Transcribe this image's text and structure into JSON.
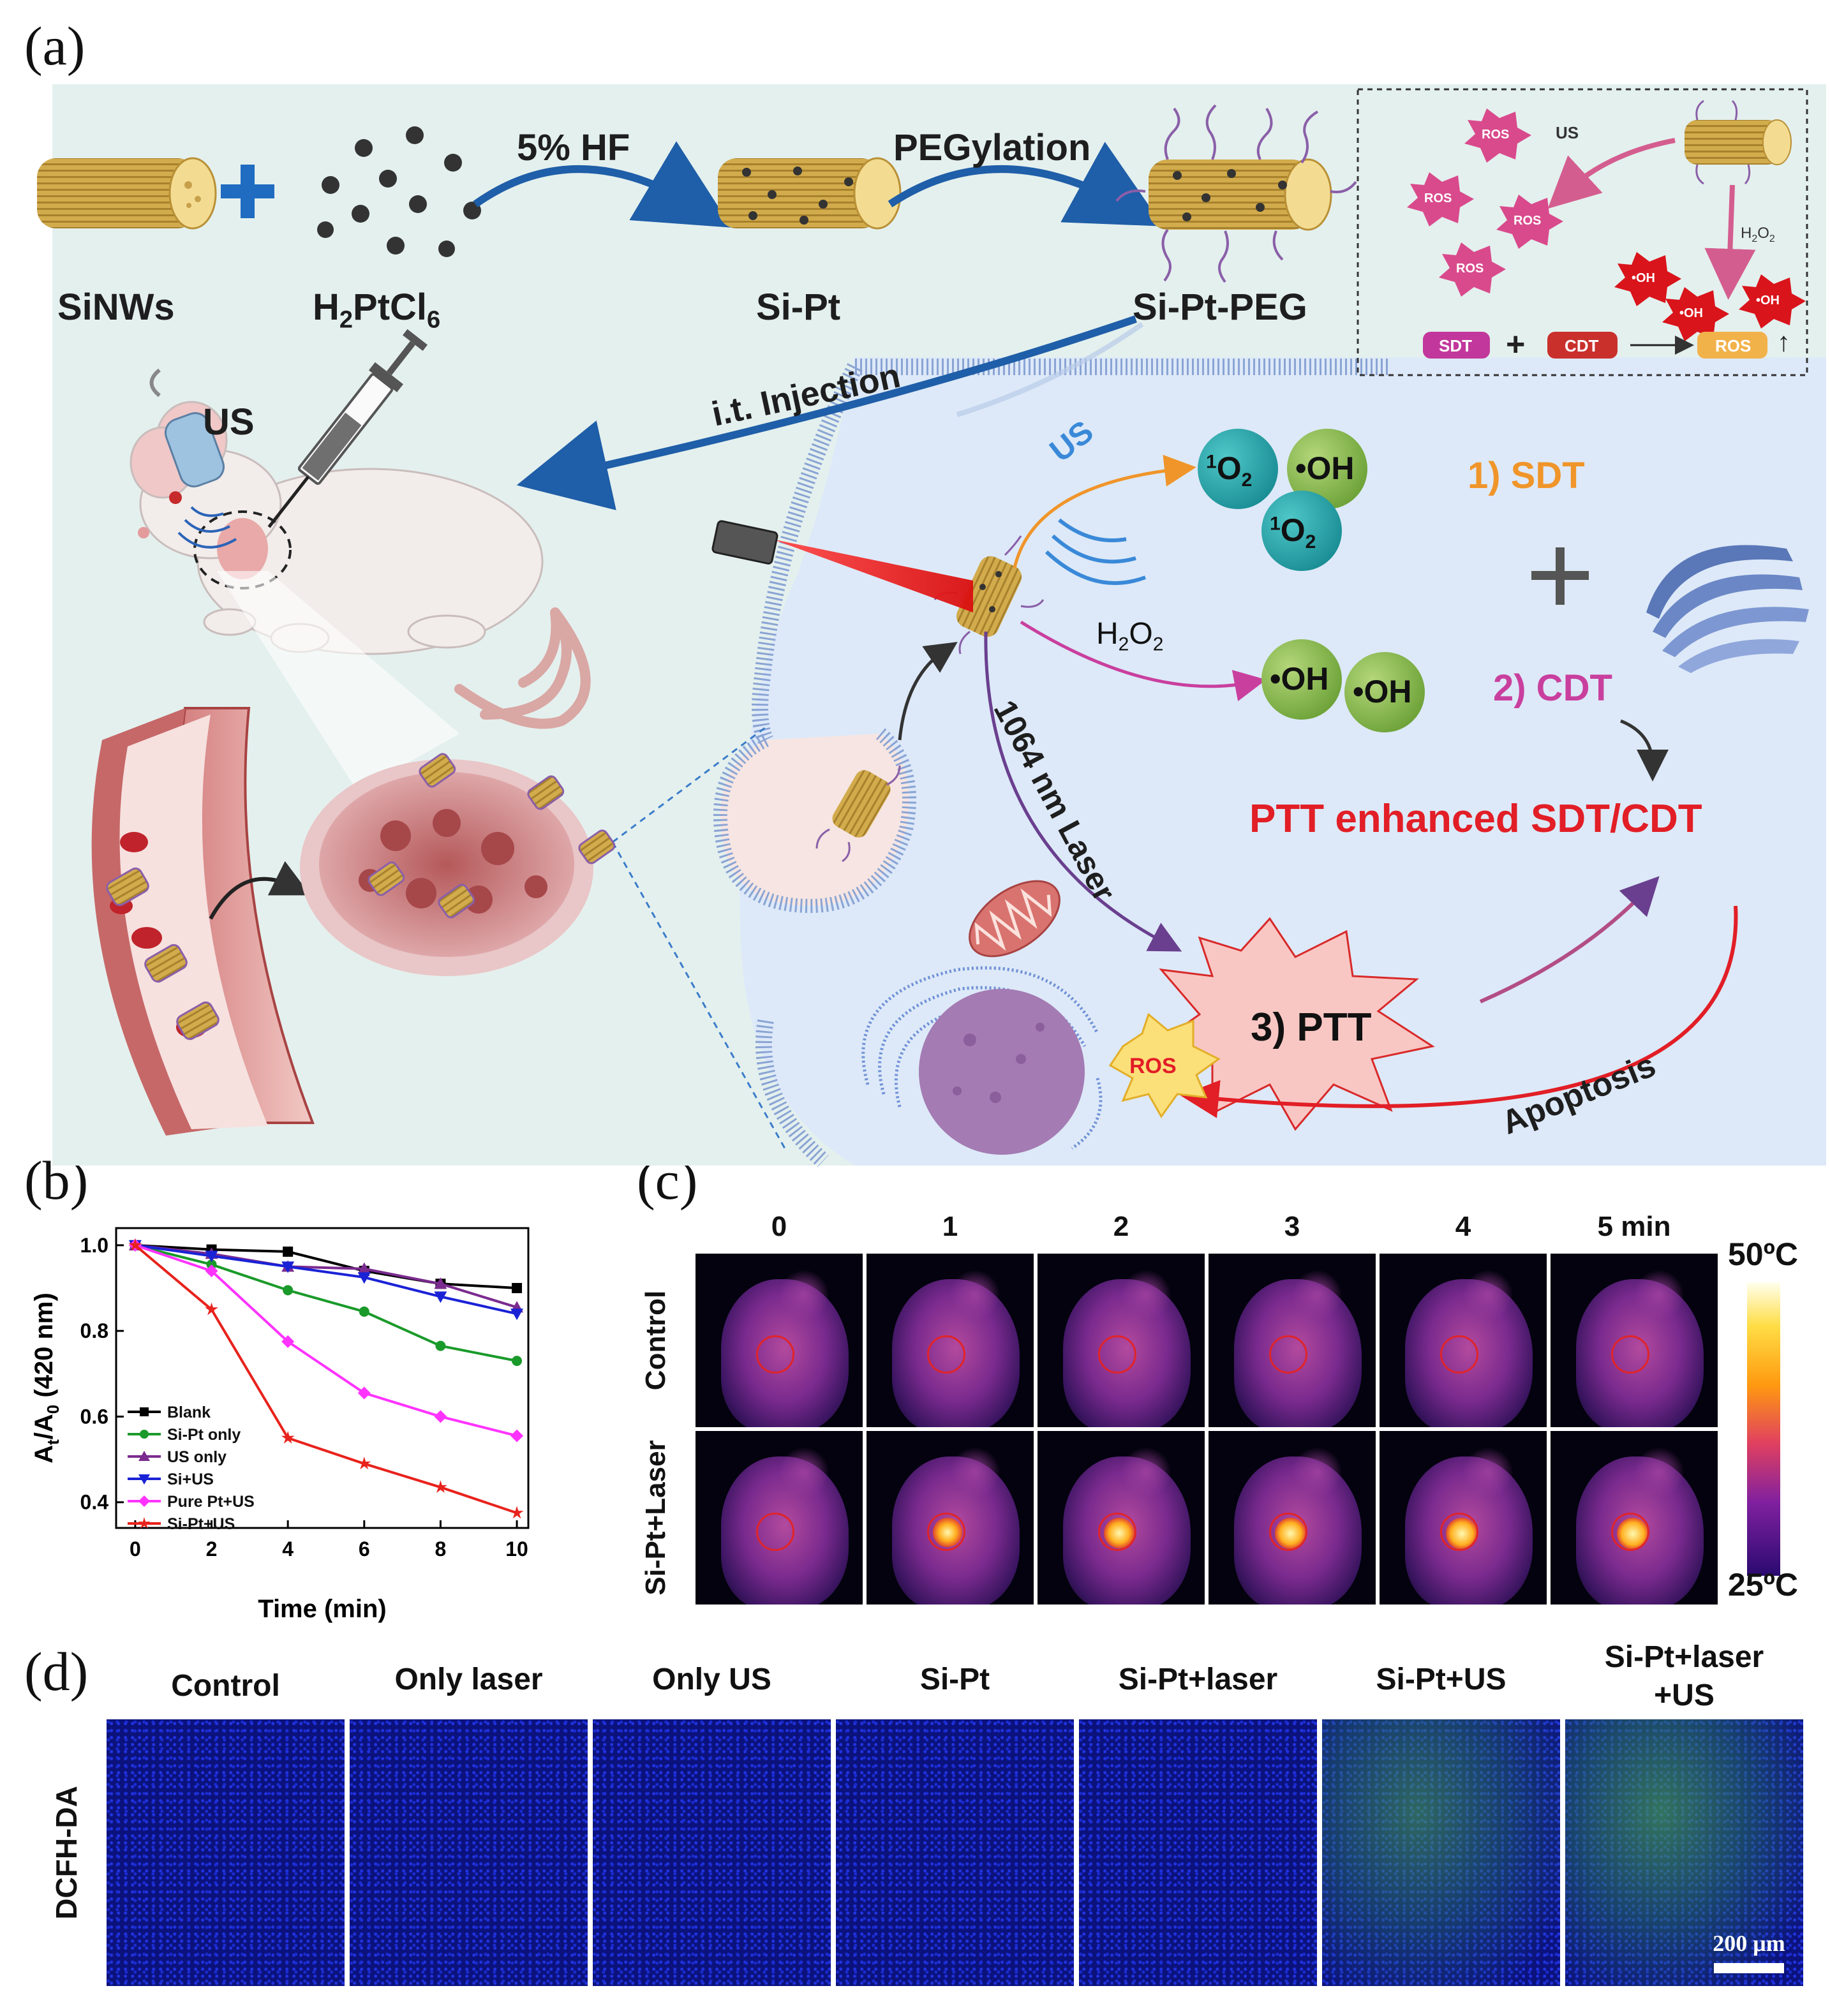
{
  "panel_labels": {
    "a": "(a)",
    "b": "(b)",
    "c": "(c)",
    "d": "(d)"
  },
  "panel_a": {
    "synthesis": {
      "sinws": "SiNWs",
      "h2ptcl6": {
        "base": "H",
        "s1": "2",
        "mid": "PtCl",
        "s2": "6"
      },
      "step1": "5% HF",
      "sipt": "Si-Pt",
      "step2": "PEGylation",
      "siptpeg": "Si-Pt-PEG"
    },
    "inset": {
      "us": "US",
      "ros": "ROS",
      "h2o2": {
        "base": "H",
        "s1": "2",
        "mid": "O",
        "s2": "2"
      },
      "oh": "•OH",
      "sdt": "SDT",
      "plus": "+",
      "cdt": "CDT",
      "result": "ROS",
      "up": "↑"
    },
    "mouse": {
      "us": "US"
    },
    "injection": "i.t. Injection",
    "cell": {
      "us": "US",
      "singlet_oxygen": {
        "sup": "1",
        "base": "O",
        "sub": "2"
      },
      "oh": "•OH",
      "sdt": "1) SDT",
      "plus": "+",
      "h2o2": {
        "base": "H",
        "s1": "2",
        "mid": "O",
        "s2": "2"
      },
      "cdt": "2) CDT",
      "laser": "1064 nm Laser",
      "ptt": "3) PTT",
      "enhanced": "PTT enhanced SDT/CDT",
      "ros": "ROS",
      "apoptosis": "Apoptosis"
    },
    "colors": {
      "background": "#e4f0ee",
      "cell": "#dde9f8",
      "membrane": "#7f98c9",
      "arrow_blue": "#1f5ea8",
      "sdt": "#f0952a",
      "cdt": "#c93f9e",
      "ptt_title": "#e21e26"
    }
  },
  "chart_data": {
    "type": "line",
    "ylabel": {
      "base": "A",
      "s1": "t",
      "mid": "/A",
      "s2": "0",
      "tail": " (420 nm)"
    },
    "xlabel": "Time (min)",
    "x": [
      0,
      2,
      4,
      6,
      8,
      10
    ],
    "xticks": [
      "0",
      "2",
      "4",
      "6",
      "8",
      "10"
    ],
    "yticks": [
      "0.4",
      "0.6",
      "0.8",
      "1.0"
    ],
    "xlim": [
      -0.5,
      10.3
    ],
    "ylim": [
      0.34,
      1.04
    ],
    "grid": false,
    "legend_placement": "bottom-left",
    "series": [
      {
        "name": "Blank",
        "color": "#000000",
        "marker": "square",
        "values": [
          1.0,
          0.99,
          0.985,
          0.94,
          0.91,
          0.9
        ]
      },
      {
        "name": "Si-Pt only",
        "color": "#1a9a2a",
        "marker": "circle",
        "values": [
          1.0,
          0.955,
          0.895,
          0.845,
          0.765,
          0.73
        ]
      },
      {
        "name": "US only",
        "color": "#7b2b8f",
        "marker": "triangle-up",
        "values": [
          1.0,
          0.98,
          0.95,
          0.945,
          0.91,
          0.855
        ]
      },
      {
        "name": "Si+US",
        "color": "#1a22d6",
        "marker": "triangle-down",
        "values": [
          1.0,
          0.975,
          0.95,
          0.925,
          0.88,
          0.84
        ]
      },
      {
        "name": "Pure Pt+US",
        "color": "#ff33ff",
        "marker": "diamond",
        "values": [
          1.0,
          0.94,
          0.775,
          0.655,
          0.6,
          0.555
        ]
      },
      {
        "name": "Si-Pt+US",
        "color": "#e8221c",
        "marker": "star",
        "values": [
          1.0,
          0.85,
          0.55,
          0.49,
          0.435,
          0.375
        ]
      }
    ]
  },
  "panel_c": {
    "time_labels": [
      "0",
      "1",
      "2",
      "3",
      "4",
      "5 min"
    ],
    "row_labels": [
      "Control",
      "Si-Pt+Laser"
    ],
    "colorbar": {
      "max_label": "50ºC",
      "min_label": "25ºC",
      "min": 25,
      "max": 50
    },
    "spot_intensity": [
      [
        0,
        0,
        0,
        0,
        0,
        0
      ],
      [
        0,
        0.55,
        0.8,
        0.9,
        0.95,
        1.0
      ]
    ]
  },
  "panel_d": {
    "row_label": "DCFH-DA",
    "columns": [
      "Control",
      "Only laser",
      "Only US",
      "Si-Pt",
      "Si-Pt+laser",
      "Si-Pt+US",
      "Si-Pt+laser",
      "+US"
    ],
    "green_signal": [
      0,
      0,
      0,
      0,
      0.05,
      0.7,
      0.8
    ],
    "scale_bar": "200 μm"
  }
}
